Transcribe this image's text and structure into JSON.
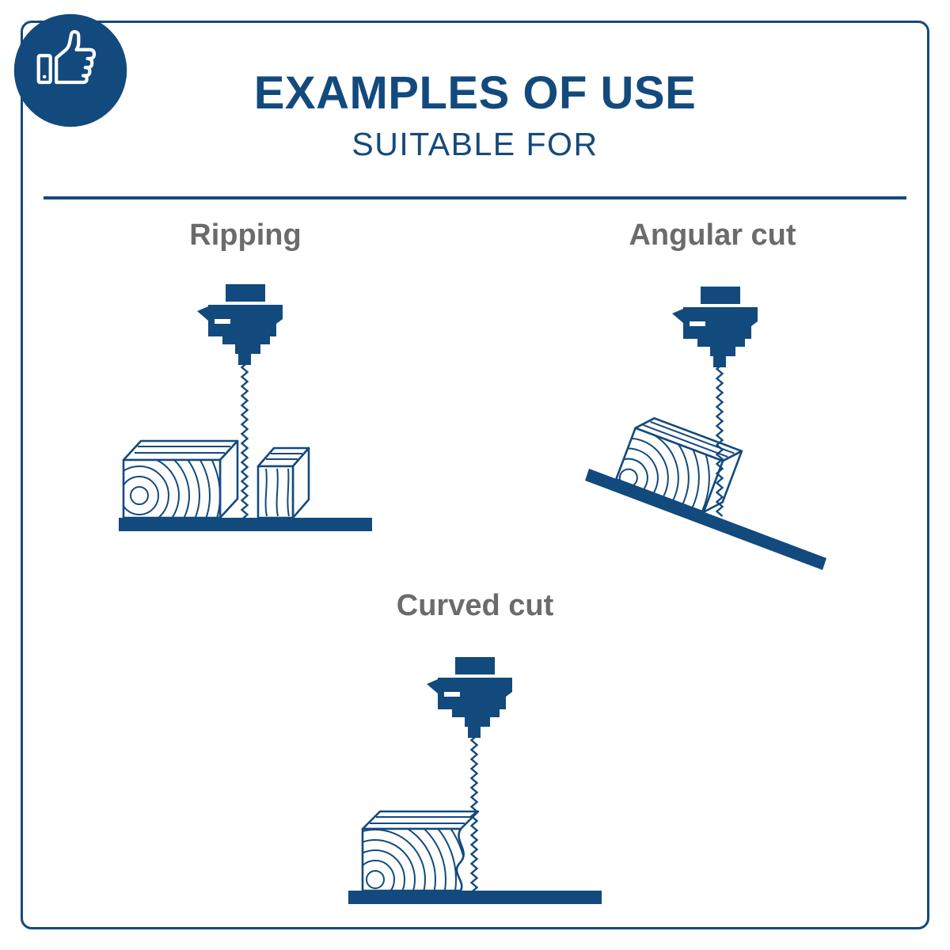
{
  "theme": {
    "blue": "#134a7d",
    "gray": "#6b6b6b",
    "bg": "#ffffff"
  },
  "badge": {
    "icon": "thumbs-up"
  },
  "header": {
    "title": "EXAMPLES OF USE",
    "subtitle": "SUITABLE FOR"
  },
  "examples": [
    {
      "label": "Ripping",
      "illustration": "band-saw-straight-rip-cut"
    },
    {
      "label": "Angular cut",
      "illustration": "band-saw-angled-cut-on-inclined-surface"
    },
    {
      "label": "Curved cut",
      "illustration": "band-saw-s-curve-cut"
    }
  ]
}
